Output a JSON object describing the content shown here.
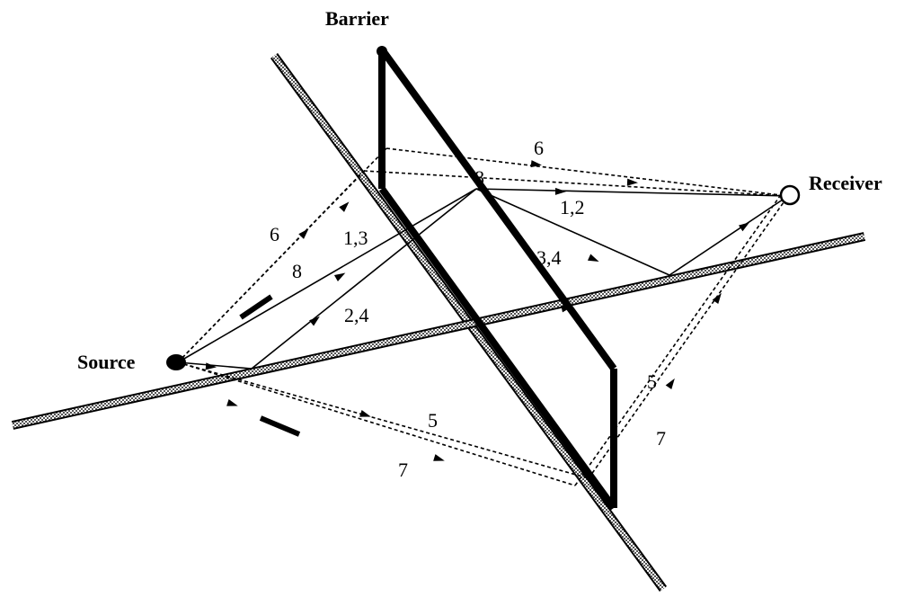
{
  "labels": {
    "barrier": "Barrier",
    "receiver": "Receiver",
    "source": "Source"
  },
  "path_labels": {
    "p6_top": "6",
    "p8_top": "8",
    "p12": "1,2",
    "p34": "3,4",
    "p6_left": "6",
    "p13": "1,3",
    "p8_left": "8",
    "p24": "2,4",
    "p5_bottom": "5",
    "p7_bottom": "7",
    "p5_right": "5",
    "p7_right": "7"
  },
  "colors": {
    "ink": "#000000",
    "ground_edge": "#000000",
    "ground_fill": "#9a9a9a",
    "background": "#ffffff"
  }
}
